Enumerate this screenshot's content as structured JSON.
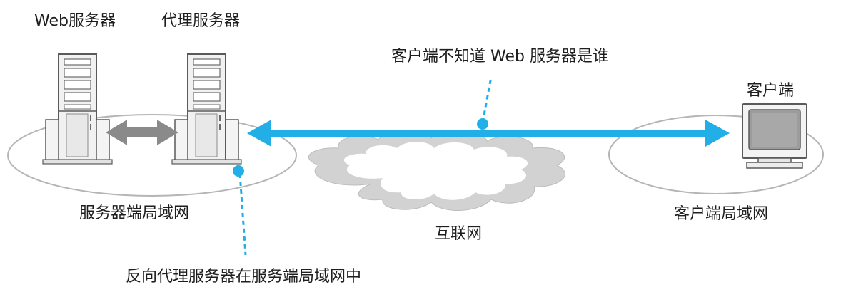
{
  "labels": {
    "web_server": "Web服务器",
    "proxy_server": "代理服务器",
    "client_unaware": "客户端不知道 Web 服务器是谁",
    "client": "客户端",
    "server_lan": "服务器端局域网",
    "internet": "互联网",
    "client_lan": "客户端局域网",
    "reverse_proxy_note": "反向代理服务器在服务端局域网中"
  },
  "colors": {
    "accent_blue": "#22aee6",
    "gray_arrow": "#8a8a8a",
    "ellipse_stroke": "#b5b5b5",
    "cloud_fill": "#d2d2d2",
    "server_fill": "#f1f1f1",
    "server_stroke": "#5a5a5a"
  }
}
